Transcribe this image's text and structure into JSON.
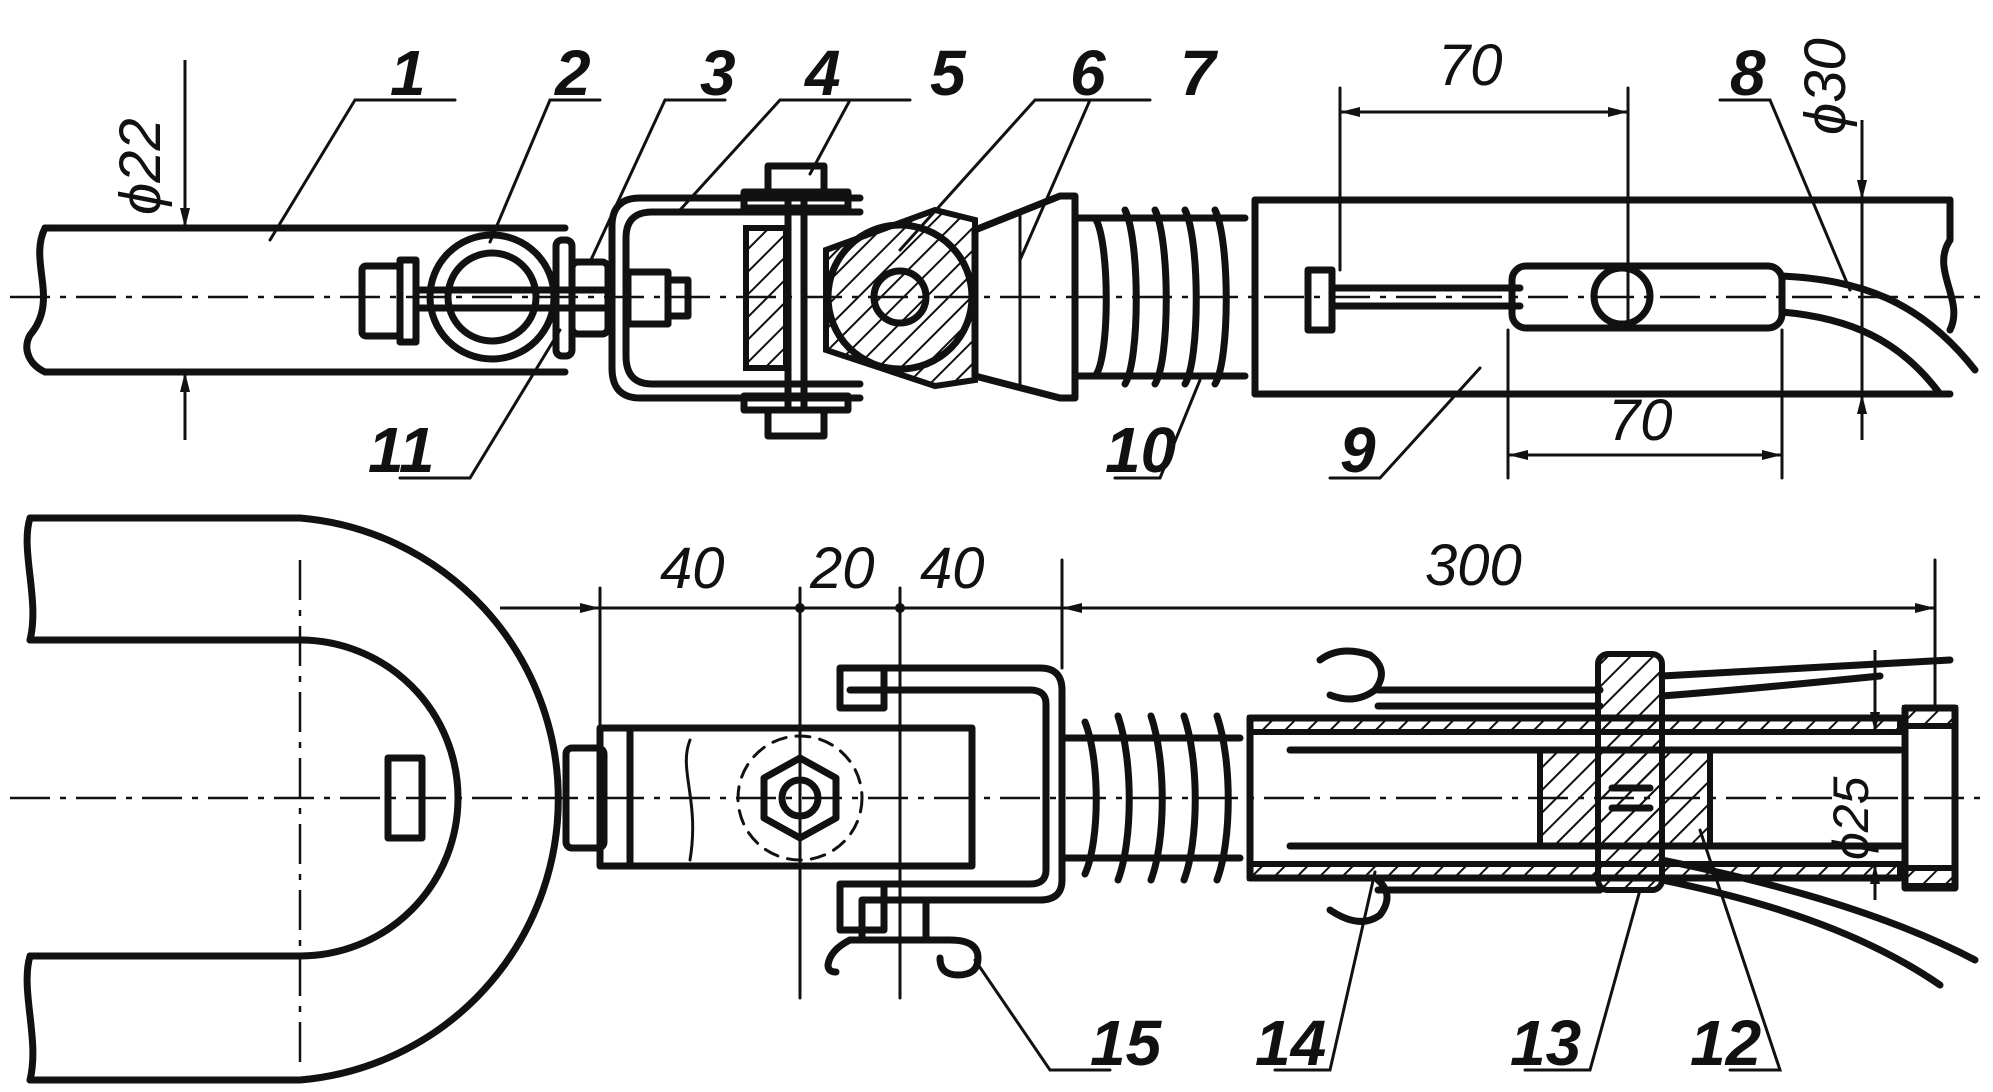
{
  "part_labels": {
    "p1": "1",
    "p2": "2",
    "p3": "3",
    "p4": "4",
    "p5": "5",
    "p6": "6",
    "p7": "7",
    "p8": "8",
    "p9": "9",
    "p10": "10",
    "p11": "11",
    "p12": "12",
    "p13": "13",
    "p14": "14",
    "p15": "15"
  },
  "dimensions": {
    "dia_22": "ϕ22",
    "dia_30": "ϕ30",
    "dia_25": "ϕ25",
    "len_70_top": "70",
    "len_70_bottom": "70",
    "len_40_left": "40",
    "len_20": "20",
    "len_40_right": "40",
    "len_300": "300"
  }
}
